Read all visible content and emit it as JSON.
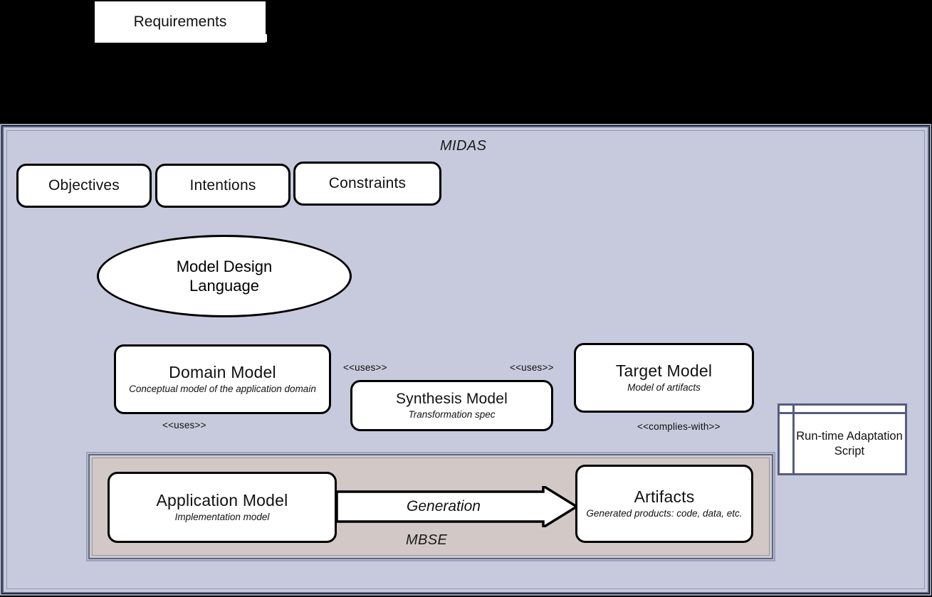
{
  "diagram": {
    "title_midas": "MIDAS",
    "title_mbse": "MBSE",
    "background_color": "#000000",
    "midas_fill": "#C6CADC",
    "mbse_fill": "#D2C9C6",
    "node_stroke": "#000000",
    "script_stroke": "#555E7D"
  },
  "nodes": {
    "requirements": {
      "title": "Requirements"
    },
    "objectives": {
      "title": "Objectives"
    },
    "intentions": {
      "title": "Intentions"
    },
    "constraints": {
      "title": "Constraints"
    },
    "model_design_language": {
      "title_line1": "Model Design",
      "title_line2": "Language"
    },
    "domain_model": {
      "title": "Domain Model",
      "subtitle": "Conceptual model of the application domain"
    },
    "synthesis_model": {
      "title": "Synthesis Model",
      "subtitle": "Transformation spec"
    },
    "target_model": {
      "title": "Target Model",
      "subtitle": "Model of artifacts"
    },
    "application_model": {
      "title": "Application Model",
      "subtitle": "Implementation model"
    },
    "artifacts": {
      "title": "Artifacts",
      "subtitle": "Generated products: code, data, etc."
    },
    "runtime_script": {
      "title": "Run-time Adaptation Script"
    }
  },
  "edges": {
    "generation": "Generation",
    "uses_domain_to_application": "<<uses>>",
    "uses_synthesis_to_domain": "<<uses>>",
    "uses_synthesis_to_target": "<<uses>>",
    "complies_with": "<<complies-with>>"
  }
}
